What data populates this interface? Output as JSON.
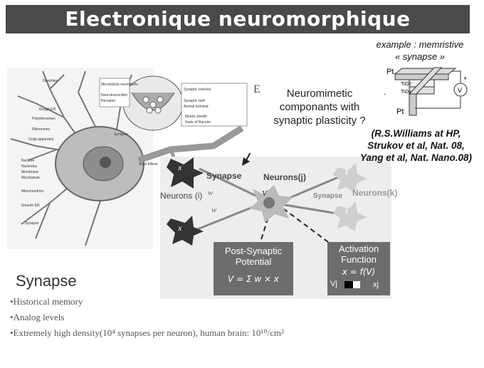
{
  "title": "Electronique neuromorphique",
  "example": {
    "line1": "example : memristive",
    "line2": "« synapse »",
    "device_labels": {
      "top_electrode": "Pt",
      "bottom_electrode": "Pt",
      "layer1": "TiO2",
      "layer2": "TiOx",
      "plus": "+",
      "minus": "-",
      "source": "V"
    }
  },
  "question": [
    "Neuromimetic",
    "componants with",
    "synaptic plasticity ?"
  ],
  "reference": [
    "(R.S.Williams at HP,",
    "Strukov et al, Nat. 08,",
    "Yang et al, Nat. Nano.08)"
  ],
  "bio_labels": [
    "Dendrites",
    "Rough ER",
    "Polyribosomes",
    "Ribosomes",
    "Golgi apparatus",
    "Nucleus",
    "Nucleolus",
    "Membrane",
    "Microtubule",
    "Mitochondrion",
    "Smooth ER",
    "Synapse",
    "Axon hillock",
    "Synapse",
    "Node of Ranvier",
    "Myelin sheath",
    "Microtubule neurofibrils",
    "Synaptic vesicles",
    "Synaptic cleft",
    "Axonal terminal",
    "Neurotransmitter",
    "Receptor"
  ],
  "network": {
    "synapse_label": "Synapse",
    "neurons_j_label": "Neurons(j)",
    "neurons_i_label": "Neurons (i)",
    "neurons_k_label": "Neurons(k)",
    "synapse_k_label": "Synapse",
    "x_i0": "x",
    "x_i1": "x",
    "w_ij_top": "w",
    "w_ij_bottom": "w",
    "vj": "V",
    "k0": "k",
    "k1": "k",
    "psp_title": "Post-Synaptic Potential",
    "psp_formula": "V = Σ w × x",
    "af_title": "Activation Function",
    "af_formula": "x = f(V)",
    "vj_small": "Vj",
    "xj_small": "xj"
  },
  "synapse": {
    "heading": "Synapse",
    "bullets": [
      "•Historical memory",
      "•Analog levels",
      "•Extremely high density(10⁴ synapses per neuron), human brain: 10¹⁰/cm²"
    ]
  }
}
